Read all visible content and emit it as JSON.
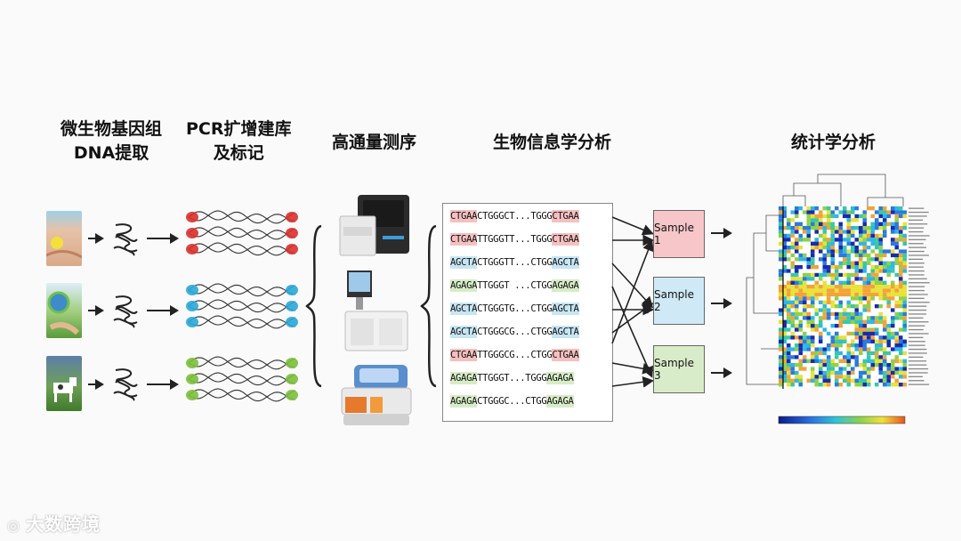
{
  "headers": {
    "step1": [
      "微生物基因组",
      "DNA提取"
    ],
    "step2": [
      "PCR扩增建库",
      "及标记"
    ],
    "step3": "高通量测序",
    "step4": "生物信息学分析",
    "step5": "统计学分析"
  },
  "samples": [
    "Sample 1",
    "Sample 2",
    "Sample 3"
  ],
  "sequences": [
    {
      "left": "CTGAA",
      "mid": "CTGGGCT...TGGG",
      "right": "CTGAA",
      "color": "#f6c0c0"
    },
    {
      "left": "CTGAA",
      "mid": "TTGGGTT...TGGG",
      "right": "CTGAA",
      "color": "#f6c0c0"
    },
    {
      "left": "AGCTA",
      "mid": "CTGGGTT...CTGG",
      "right": "AGCTA",
      "color": "#c7e6f4"
    },
    {
      "left": "AGAGA",
      "mid": "TTGGGT ...CTGG",
      "right": "AGAGA",
      "color": "#d7ecc6"
    },
    {
      "left": "AGCTA",
      "mid": "CTGGGTG...CTGG",
      "right": "AGCTA",
      "color": "#c7e6f4"
    },
    {
      "left": "AGCTA",
      "mid": "CTGGGCG...CTGG",
      "right": "AGCTA",
      "color": "#c7e6f4"
    },
    {
      "left": "CTGAA",
      "mid": "TTGGGCG...CTGG",
      "right": "CTGAA",
      "color": "#f6c0c0"
    },
    {
      "left": "AGAGA",
      "mid": "TTGGGT...TGGG",
      "right": "AGAGA",
      "color": "#d7ecc6"
    },
    {
      "left": "AGAGA",
      "mid": "CTGGGC...CTGG",
      "right": "AGAGA",
      "color": "#d7ecc6"
    }
  ],
  "colors": {
    "red_dna": "#d9302c",
    "blue_dna": "#2aa7d8",
    "green_dna": "#7bbf3a",
    "sample1": "#f6c6c8",
    "sample2": "#cfe9f6",
    "sample3": "#d9ecc9"
  },
  "watermark": "大数跨境"
}
